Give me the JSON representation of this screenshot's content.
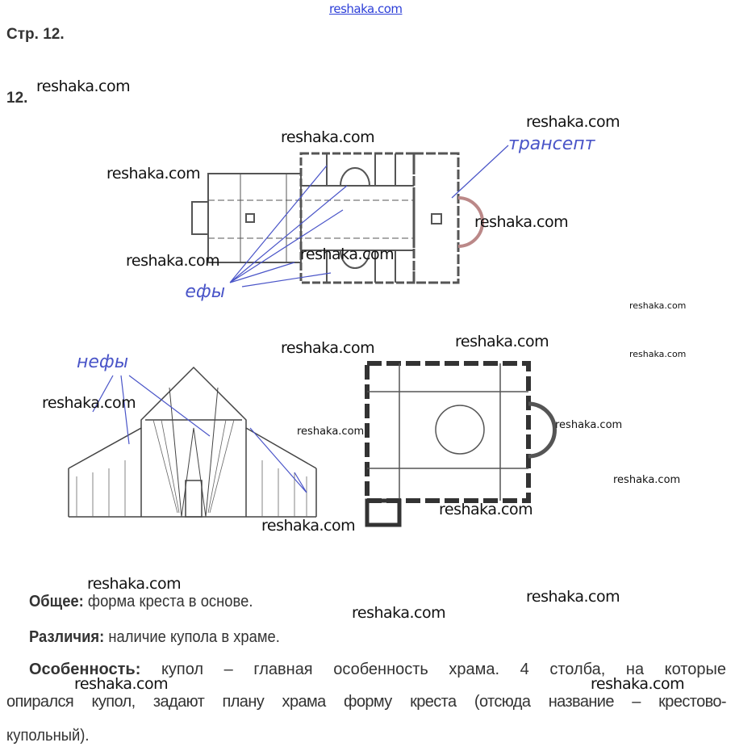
{
  "page_header": "Стр. 12.",
  "task_number": "12.",
  "annotations": {
    "transept": "трансепт",
    "naves_top": "нефы",
    "naves_section": "нефы"
  },
  "watermarks": {
    "top": "reshaka.com",
    "w1": "reshaka.com",
    "w2": "reshaka.com",
    "w3": "reshaka.com",
    "w4": "reshaka.com",
    "w5": "reshaka.com",
    "w6": "reshaka.com",
    "w7": "reshaka.com",
    "w8": "reshaka.com",
    "w9": "reshaka.com",
    "w10": "reshaka.com",
    "w11": "reshaka.com",
    "w12": "reshaka.com",
    "w13": "reshaka.com",
    "w14": "reshaka.com",
    "w15": "reshaka.com",
    "w16": "reshaka.com",
    "w17": "reshaka.com",
    "w18": "reshaka.com",
    "w19": "reshaka.com",
    "w20": "reshaka.com",
    "w21": "reshaka.com",
    "w22": "reshaka.com"
  },
  "answers": {
    "common_label": "Общее:",
    "common_text": "форма креста в основе.",
    "diff_label": "Различия:",
    "diff_text": "наличие купола в храме.",
    "feature_label": "Особенность:",
    "feature_line1": "купол – главная особенность храма. 4 столба, на которые",
    "feature_line2": "опирался купол, задают плану храма форму креста (отсюда название – крестово-",
    "feature_line3": "купольный)."
  }
}
